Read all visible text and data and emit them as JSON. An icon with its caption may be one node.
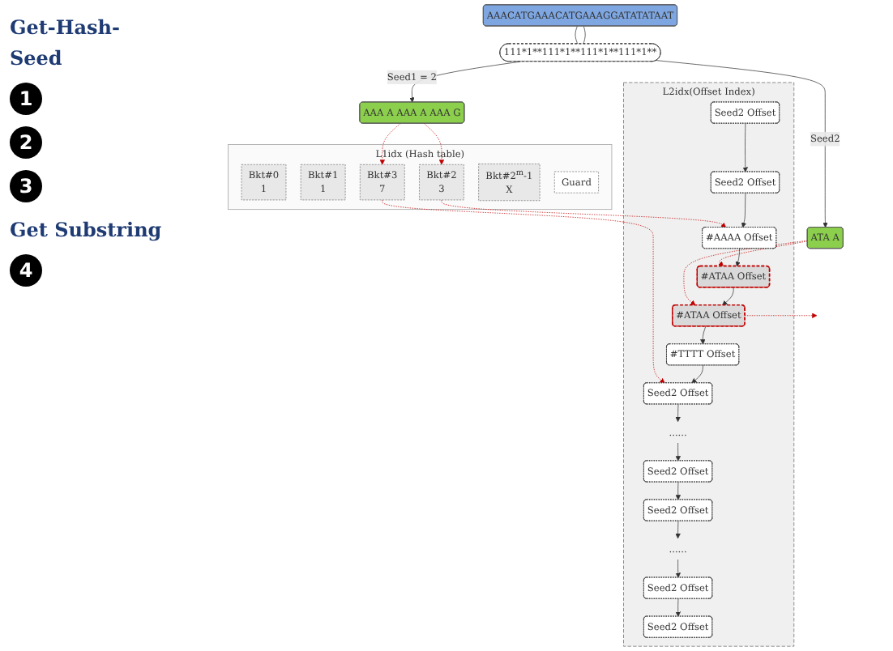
{
  "diagram": {
    "nodes": [
      {
        "text": [
          "AAACATGAAACATGAAAGGATATATAAT"
        ]
      },
      {
        "text": [
          "111*1**111*1**111*1**111*1**"
        ]
      },
      {
        "text": [
          "AAA A AAA A AAA G"
        ]
      },
      {
        "text": [
          "ATA A"
        ]
      },
      {
        "text": [
          "L1idx (Hash table)"
        ]
      },
      {
        "text": [
          "Bkt#0",
          "1"
        ],
        "in": 4
      },
      {
        "text": [
          "Bkt#1",
          "1"
        ],
        "in": 4
      },
      {
        "text": [
          "Bkt#2",
          "3"
        ],
        "in": 4
      },
      {
        "text": [
          "Bkt#3",
          "7"
        ],
        "in": 4
      },
      {
        "text": [
          "Bkt#2$^{m}$-1",
          "X"
        ],
        "in": 4
      },
      {
        "text": [
          "Guard"
        ],
        "in": 4
      },
      {
        "text": [
          "L2idx(Offset Index)"
        ]
      },
      {
        "text": [
          "Seed2 Offset"
        ],
        "in": 11
      },
      {
        "text": [
          "Seed2 Offset"
        ],
        "in": 11
      },
      {
        "text": [
          "#AAAA Offset"
        ],
        "in": 11
      },
      {
        "text": [
          "#ATAA Offset"
        ],
        "in": 11
      },
      {
        "text": [
          "#ATAA Offset"
        ],
        "in": 11
      },
      {
        "text": [
          "#TTTT Offset"
        ],
        "in": 11
      },
      {
        "text": [
          "Seed2 Offset"
        ],
        "in": 11
      },
      {
        "text": [
          "......"
        ],
        "in": 11
      },
      {
        "text": [
          "Seed2 Offset"
        ],
        "in": 11
      },
      {
        "text": [
          "Seed2 Offset"
        ],
        "in": 11
      },
      {
        "text": [
          "......"
        ],
        "in": 11
      },
      {
        "text": [
          "Seed2 Offset"
        ],
        "in": 11
      },
      {
        "text": [
          "Seed2 Offset"
        ],
        "in": 11
      }
    ],
    "edges": [
      {
        "from": 0,
        "to": 1,
        "arrow": "none"
      },
      {
        "from": 0,
        "to": 1,
        "arrow": "none"
      },
      {
        "from": 1,
        "to": 2,
        "arrow": "to",
        "label": "Seed1 = 2"
      },
      {
        "from": 1,
        "to": 3,
        "arrow": "to",
        "label": "Seed2"
      },
      {
        "from": 2,
        "to": 7,
        "arrow": "to",
        "style": "dashed",
        "color": "#c00000"
      },
      {
        "from": 2,
        "to": 8,
        "arrow": "to",
        "style": "dashed",
        "color": "#c00000"
      },
      {
        "from": 7,
        "to": 14,
        "arrow": "to",
        "style": "dashed",
        "color": "#c00000"
      },
      {
        "from": 8,
        "to": 18,
        "arrow": "to",
        "style": "dashed",
        "color": "#c00000"
      },
      {
        "from": 3,
        "to": 15,
        "arrow": "to",
        "style": "dashed",
        "color": "#c00000"
      },
      {
        "from": 3,
        "to": 16,
        "arrow": "to",
        "style": "dashed",
        "color": "#c00000"
      },
      {
        "from": 16,
        "to": null,
        "arrow": "to",
        "style": "dashed",
        "color": "#c00000"
      },
      {
        "from": 12,
        "to": 13,
        "arrow": "to"
      },
      {
        "from": 13,
        "to": 14,
        "arrow": "to"
      },
      {
        "from": 14,
        "to": 15,
        "arrow": "to"
      },
      {
        "from": 15,
        "to": 16,
        "arrow": "to"
      },
      {
        "from": 16,
        "to": 17,
        "arrow": "to"
      },
      {
        "from": 17,
        "to": 18,
        "arrow": "to"
      },
      {
        "from": 18,
        "to": 19,
        "arrow": "to"
      },
      {
        "from": 19,
        "to": 20,
        "arrow": "to"
      },
      {
        "from": 20,
        "to": 21,
        "arrow": "to"
      },
      {
        "from": 21,
        "to": 22,
        "arrow": "to"
      },
      {
        "from": 22,
        "to": 23,
        "arrow": "to"
      },
      {
        "from": 23,
        "to": 24,
        "arrow": "to"
      }
    ],
    "labels": [
      "Get-Hash-Seed",
      "1",
      "2",
      "3",
      "Get Substring",
      "4"
    ]
  }
}
